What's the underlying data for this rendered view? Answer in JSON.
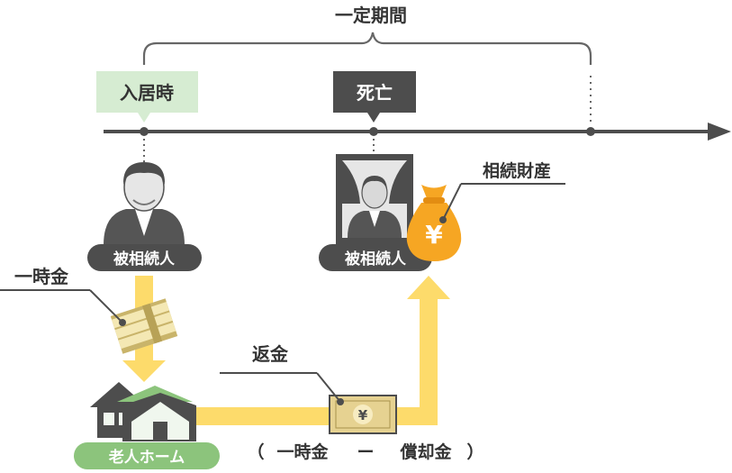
{
  "diagram": {
    "period_label": "一定期間",
    "move_in_label": "入居時",
    "death_label": "死亡",
    "decedent_label_1": "被相続人",
    "decedent_label_2": "被相続人",
    "lump_sum_label": "一時金",
    "nursing_home_label": "老人ホーム",
    "refund_label": "返金",
    "formula": {
      "open_paren": "（",
      "lump_sum": "一時金",
      "minus": "ー",
      "amortization": "償却金",
      "close_paren": "）"
    },
    "estate_label": "相続財産",
    "yen_symbol": "¥",
    "colors": {
      "timeline": "#4d4d4d",
      "move_in_tag": "#d6ecd2",
      "death_tag": "#4d4d4d",
      "person_badge": "#4d4d4d",
      "home_badge": "#8cc47c",
      "flow_arrow": "#fddb6b",
      "money_bag": "#f6a623",
      "banknote": "#e6d291"
    },
    "icons": [
      "person-icon",
      "deceased-portrait-icon",
      "money-bag-icon",
      "cash-stack-icon",
      "house-icon",
      "banknote-icon"
    ]
  }
}
